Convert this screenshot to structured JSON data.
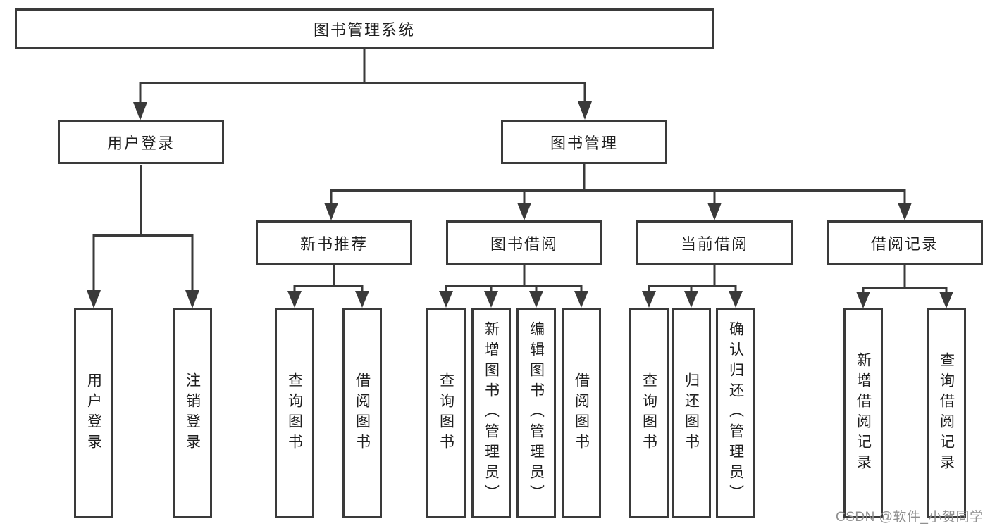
{
  "colors": {
    "line": "#3a3a3a",
    "text": "#1f1f1f",
    "watermark": "#909090",
    "background": "#ffffff"
  },
  "watermark": {
    "text": "CSDN @软件_小贺同学"
  },
  "diagram": {
    "root": {
      "label": "图书管理系统"
    },
    "branches": [
      {
        "label": "用户登录",
        "children": [
          {
            "label": "用户登录"
          },
          {
            "label": "注销登录"
          }
        ]
      },
      {
        "label": "图书管理",
        "children": [
          {
            "label": "新书推荐",
            "children": [
              {
                "label": "查询图书"
              },
              {
                "label": "借阅图书"
              }
            ]
          },
          {
            "label": "图书借阅",
            "children": [
              {
                "label": "查询图书"
              },
              {
                "label": "新增图书（管理员）"
              },
              {
                "label": "编辑图书（管理员）"
              },
              {
                "label": "借阅图书"
              }
            ]
          },
          {
            "label": "当前借阅",
            "children": [
              {
                "label": "查询图书"
              },
              {
                "label": "归还图书"
              },
              {
                "label": "确认归还（管理员）"
              }
            ]
          },
          {
            "label": "借阅记录",
            "children": [
              {
                "label": "新增借阅记录"
              },
              {
                "label": "查询借阅记录"
              }
            ]
          }
        ]
      }
    ]
  }
}
